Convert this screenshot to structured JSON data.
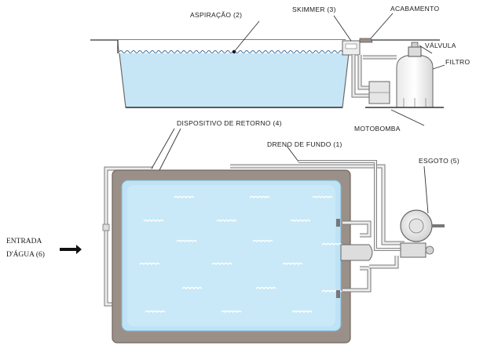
{
  "labels": {
    "aspiracao": "ASPIRAÇÃO (2)",
    "skimmer": "SKIMMER (3)",
    "acabamento": "ACABAMENTO",
    "valvula": "VÁLVULA",
    "filtro": "FILTRO",
    "motobomba": "MOTOBOMBA",
    "dispositivo_retorno": "DISPOSITIVO DE RETORNO (4)",
    "dreno_fundo": "DRENO DE FUNDO (1)",
    "esgoto": "ESGOTO (5)",
    "entrada_line1": "ENTRADA",
    "entrada_line2": "D'ÁGUA (6)"
  },
  "colors": {
    "water": "#bfe3f5",
    "water_light": "#d9f0fb",
    "pool_border": "#9a9088",
    "pipe": "#e4e4e4",
    "pipe_stroke": "#7a7a7a",
    "line": "#333333"
  }
}
